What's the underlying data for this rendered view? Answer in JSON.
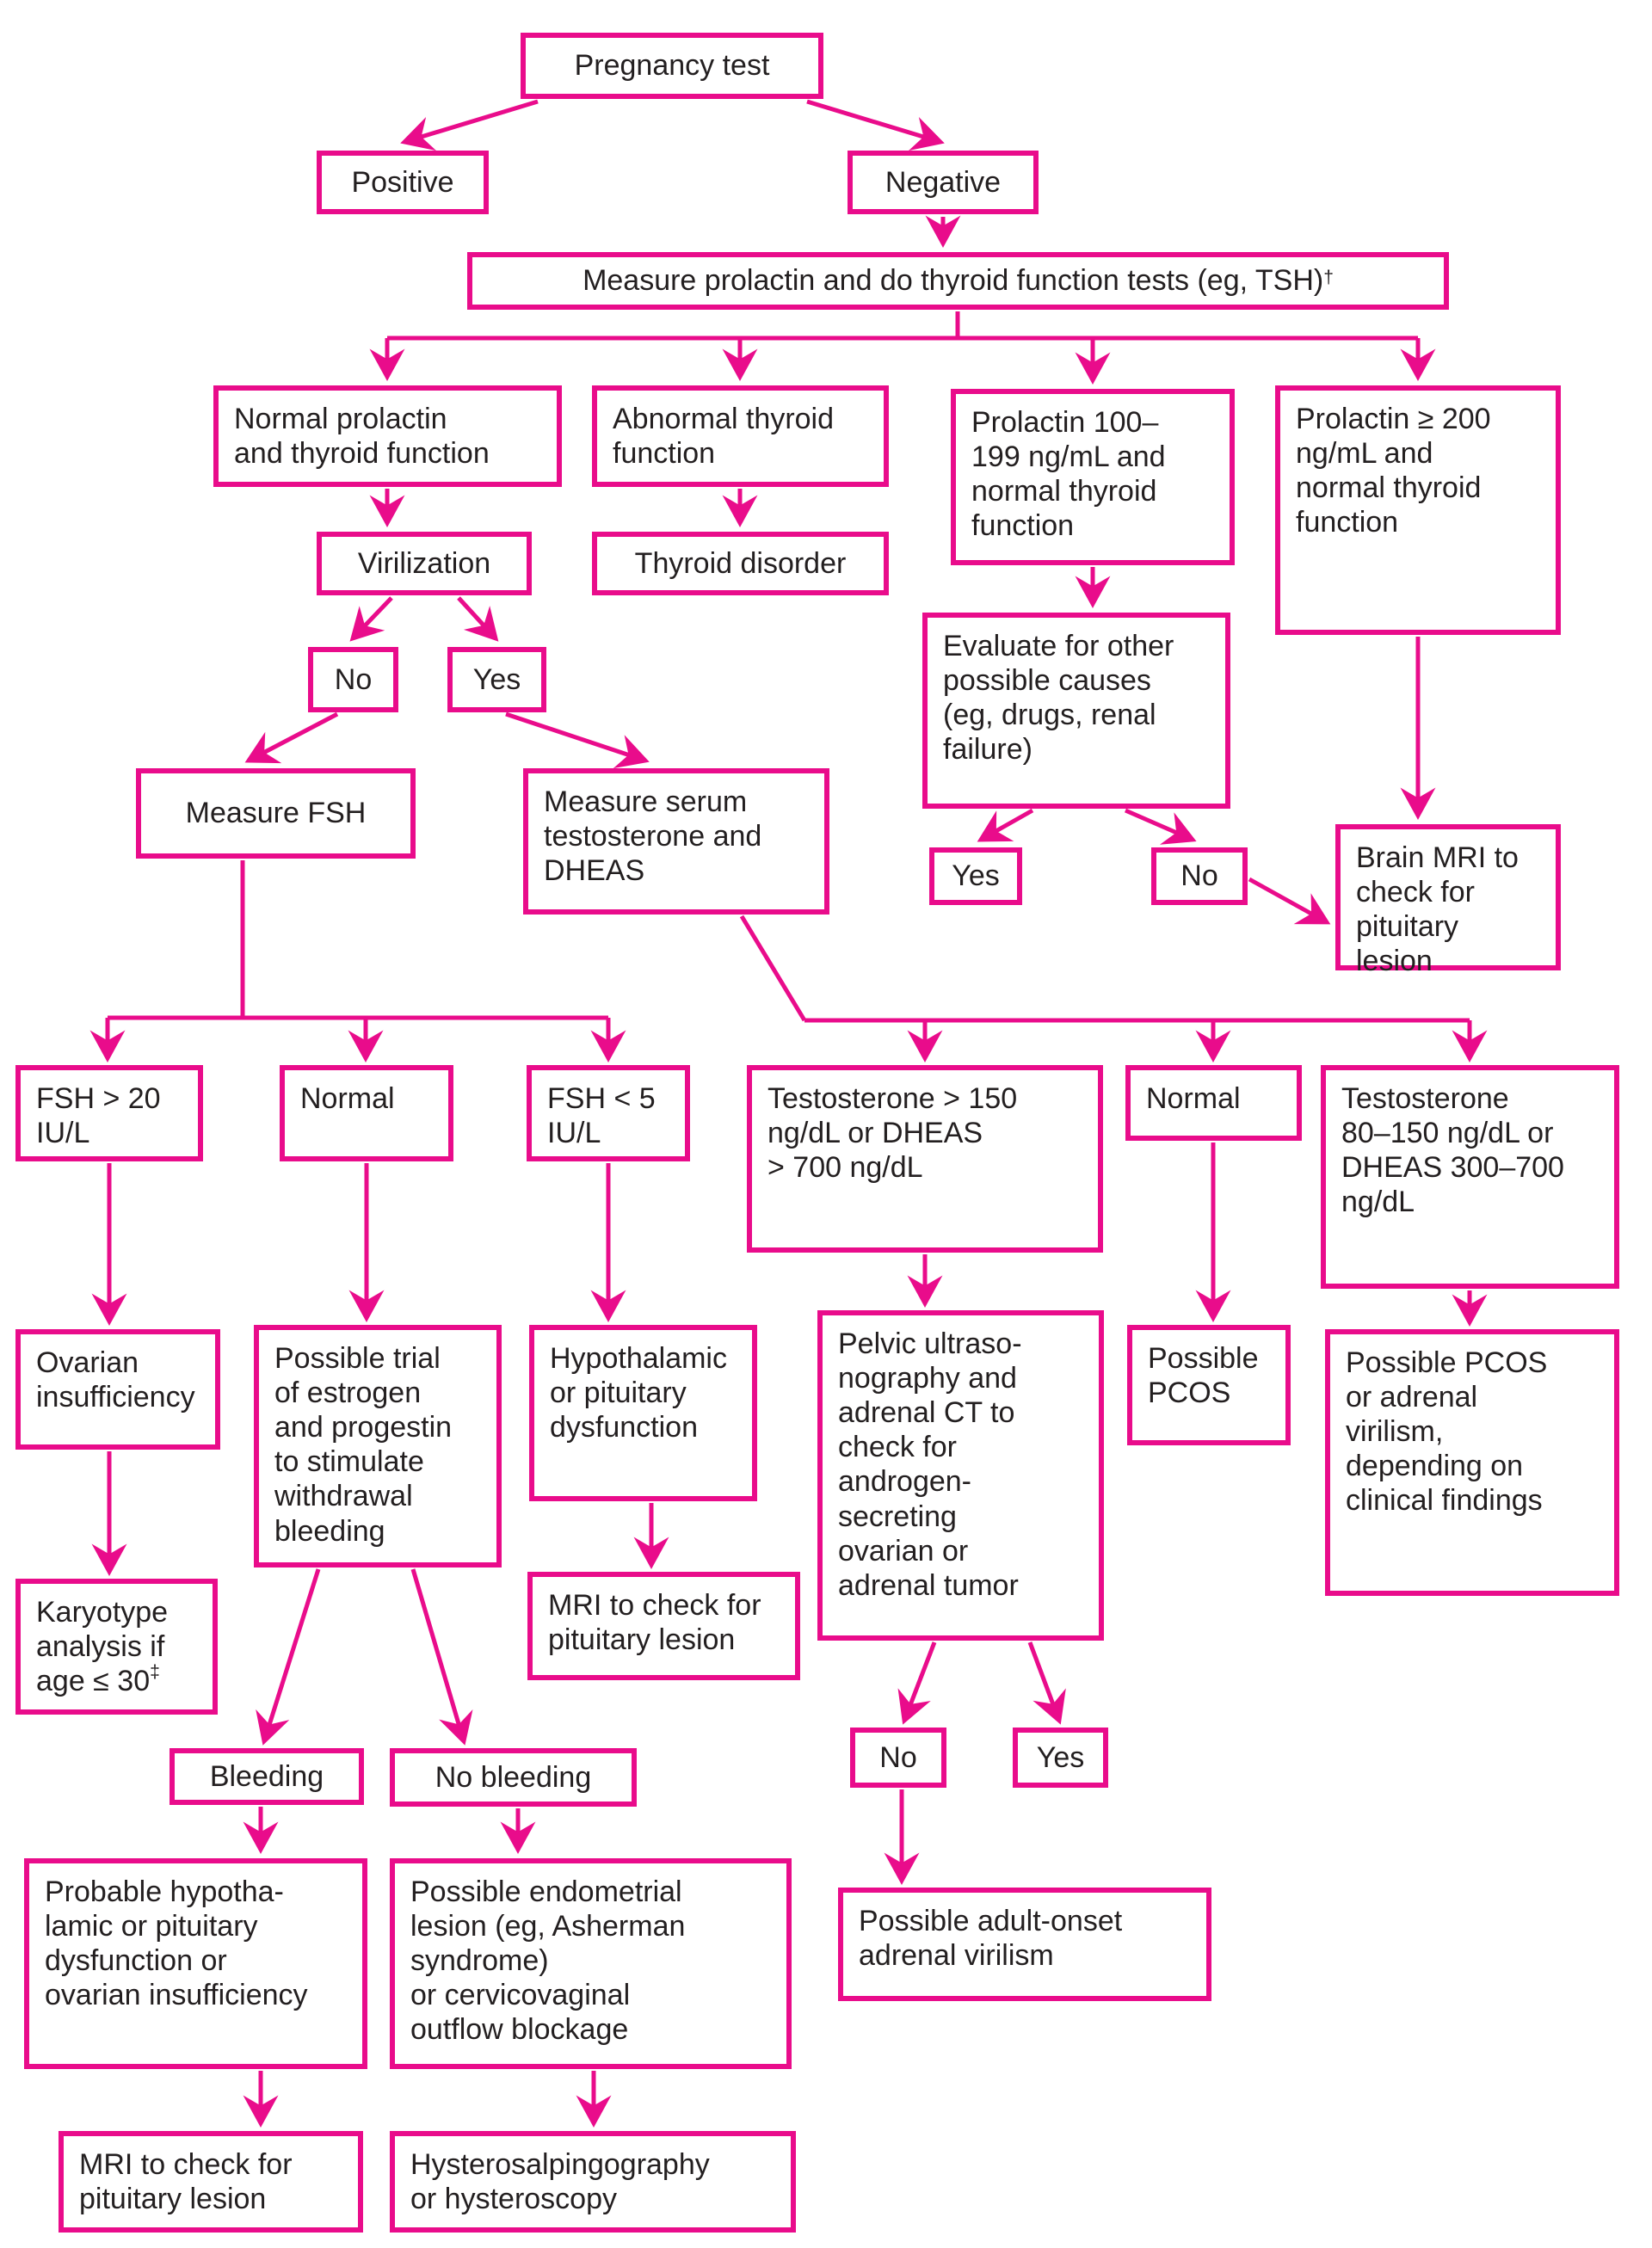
{
  "diagram": {
    "kind": "clinical-decision-flowchart",
    "colors": {
      "accent": "#e90c8b",
      "text": "#231f20",
      "background": "#ffffff"
    }
  },
  "nodes": {
    "pregnancy_test": {
      "label": "Pregnancy test"
    },
    "positive": {
      "label": "Positive"
    },
    "negative": {
      "label": "Negative"
    },
    "measure_prolactin": {
      "label": "Measure prolactin and do thyroid function tests (eg, TSH)",
      "sup": "†"
    },
    "normal_prolactin": {
      "label": "Normal prolactin\nand thyroid function"
    },
    "abnormal_thyroid": {
      "label": "Abnormal thyroid\nfunction"
    },
    "prolactin_100_199": {
      "label": "Prolactin 100–\n199 ng/mL and\nnormal thyroid\nfunction"
    },
    "prolactin_200": {
      "label": "Prolactin ≥ 200\nng/mL and\nnormal thyroid\nfunction"
    },
    "virilization": {
      "label": "Virilization"
    },
    "thyroid_disorder": {
      "label": "Thyroid disorder"
    },
    "evaluate_other": {
      "label": "Evaluate for other\npossible causes\n(eg, drugs, renal\nfailure)"
    },
    "virilization_no": {
      "label": "No"
    },
    "virilization_yes": {
      "label": "Yes"
    },
    "measure_fsh": {
      "label": "Measure FSH"
    },
    "measure_serum": {
      "label": "Measure serum\ntestosterone and\nDHEAS"
    },
    "evaluate_yes": {
      "label": "Yes"
    },
    "evaluate_no": {
      "label": "No"
    },
    "brain_mri": {
      "label": "Brain MRI to\ncheck for\npituitary lesion"
    },
    "fsh_gt20": {
      "label": "FSH > 20\nIU/L"
    },
    "fsh_normal": {
      "label": "Normal"
    },
    "fsh_lt5": {
      "label": "FSH < 5\nIU/L"
    },
    "testosterone_high": {
      "label": "Testosterone > 150\nng/dL or DHEAS\n> 700 ng/dL"
    },
    "testosterone_normal": {
      "label": "Normal"
    },
    "testosterone_mid": {
      "label": "Testosterone\n80–150 ng/dL or\nDHEAS 300–700\nng/dL"
    },
    "ovarian_insufficiency": {
      "label": "Ovarian\ninsufficiency"
    },
    "possible_trial": {
      "label": "Possible trial\nof estrogen\nand progestin\nto stimulate\nwithdrawal\nbleeding"
    },
    "hypothalamic_dysfunction": {
      "label": "Hypothalamic\nor pituitary\ndysfunction"
    },
    "pelvic_ultrasonography": {
      "label": "Pelvic ultraso-\nnography and\nadrenal CT to\ncheck for\nandrogen-\nsecreting\novarian or\nadrenal tumor"
    },
    "possible_pcos": {
      "label": "Possible\nPCOS"
    },
    "possible_pcos_adrenal": {
      "label": "Possible PCOS\nor adrenal\nvirilism,\ndepending on\nclinical findings"
    },
    "karyotype": {
      "label": "Karyotype\nanalysis if\nage ≤ 30",
      "sup": "‡"
    },
    "mri_pituitary_1": {
      "label": "MRI to check for\npituitary lesion"
    },
    "bleeding": {
      "label": "Bleeding"
    },
    "no_bleeding": {
      "label": "No bleeding"
    },
    "pelvic_no": {
      "label": "No"
    },
    "pelvic_yes": {
      "label": "Yes"
    },
    "adult_onset": {
      "label": "Possible adult-onset\nadrenal virilism"
    },
    "probable_hypothalamic": {
      "label": "Probable hypotha-\nlamic or pituitary\ndysfunction or\novarian insufficiency"
    },
    "possible_endometrial": {
      "label": "Possible endometrial\nlesion (eg, Asherman\nsyndrome)\nor cervicovaginal\noutflow blockage"
    },
    "mri_pituitary_2": {
      "label": "MRI to check for\npituitary lesion"
    },
    "hysterosalpingography": {
      "label": "Hysterosalpingography\nor hysteroscopy"
    }
  },
  "edges": [
    {
      "from": "pregnancy_test",
      "to": "positive"
    },
    {
      "from": "pregnancy_test",
      "to": "negative"
    },
    {
      "from": "negative",
      "to": "measure_prolactin"
    },
    {
      "from": "measure_prolactin",
      "to": "normal_prolactin"
    },
    {
      "from": "measure_prolactin",
      "to": "abnormal_thyroid"
    },
    {
      "from": "measure_prolactin",
      "to": "prolactin_100_199"
    },
    {
      "from": "measure_prolactin",
      "to": "prolactin_200"
    },
    {
      "from": "normal_prolactin",
      "to": "virilization"
    },
    {
      "from": "abnormal_thyroid",
      "to": "thyroid_disorder"
    },
    {
      "from": "prolactin_100_199",
      "to": "evaluate_other"
    },
    {
      "from": "prolactin_200",
      "to": "brain_mri"
    },
    {
      "from": "virilization",
      "to": "virilization_no"
    },
    {
      "from": "virilization",
      "to": "virilization_yes"
    },
    {
      "from": "virilization_no",
      "to": "measure_fsh"
    },
    {
      "from": "virilization_yes",
      "to": "measure_serum"
    },
    {
      "from": "evaluate_other",
      "to": "evaluate_yes"
    },
    {
      "from": "evaluate_other",
      "to": "evaluate_no"
    },
    {
      "from": "evaluate_no",
      "to": "brain_mri"
    },
    {
      "from": "measure_fsh",
      "to": "fsh_gt20"
    },
    {
      "from": "measure_fsh",
      "to": "fsh_normal"
    },
    {
      "from": "measure_fsh",
      "to": "fsh_lt5"
    },
    {
      "from": "measure_serum",
      "to": "testosterone_high"
    },
    {
      "from": "measure_serum",
      "to": "testosterone_normal"
    },
    {
      "from": "measure_serum",
      "to": "testosterone_mid"
    },
    {
      "from": "fsh_gt20",
      "to": "ovarian_insufficiency"
    },
    {
      "from": "fsh_normal",
      "to": "possible_trial"
    },
    {
      "from": "fsh_lt5",
      "to": "hypothalamic_dysfunction"
    },
    {
      "from": "testosterone_high",
      "to": "pelvic_ultrasonography"
    },
    {
      "from": "testosterone_normal",
      "to": "possible_pcos"
    },
    {
      "from": "testosterone_mid",
      "to": "possible_pcos_adrenal"
    },
    {
      "from": "ovarian_insufficiency",
      "to": "karyotype"
    },
    {
      "from": "hypothalamic_dysfunction",
      "to": "mri_pituitary_1"
    },
    {
      "from": "possible_trial",
      "to": "bleeding"
    },
    {
      "from": "possible_trial",
      "to": "no_bleeding"
    },
    {
      "from": "pelvic_ultrasonography",
      "to": "pelvic_no"
    },
    {
      "from": "pelvic_ultrasonography",
      "to": "pelvic_yes"
    },
    {
      "from": "pelvic_no",
      "to": "adult_onset"
    },
    {
      "from": "bleeding",
      "to": "probable_hypothalamic"
    },
    {
      "from": "no_bleeding",
      "to": "possible_endometrial"
    },
    {
      "from": "probable_hypothalamic",
      "to": "mri_pituitary_2"
    },
    {
      "from": "possible_endometrial",
      "to": "hysterosalpingography"
    }
  ]
}
